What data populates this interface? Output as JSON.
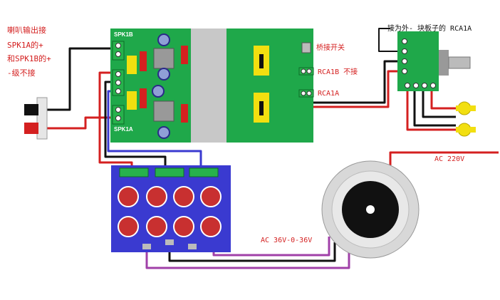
{
  "annotations": {
    "speaker_note_line1": "喇叭输出接",
    "speaker_note_line2": "SPK1A的+",
    "speaker_note_line3": "和SPK1B的+",
    "speaker_note_line4": "-级不接",
    "switch_label": "桥接开关",
    "rca1b_label": "RCA1B 不接",
    "rca1a_label": "RCA1A",
    "potentiometer_note": "接为外- 块板子的 RCA1A",
    "ac_main_label": "AC 220V",
    "ac_secondary_label": "AC 36V-0-36V"
  },
  "board_labels": {
    "spk1b": "SPK1B",
    "spk1a": "SPK1A"
  },
  "colors": {
    "amp_board": "#1fa84a",
    "heatsink": "#c8c8c8",
    "psu_board": "#3a3ad0",
    "terminal": "#27b24c",
    "wire_red": "#d42020",
    "wire_black": "#111111",
    "wire_blue": "#3a3ad0",
    "wire_purple": "#a040a8",
    "rca_gold": "#f2df10",
    "capacitor": "#c83030"
  }
}
